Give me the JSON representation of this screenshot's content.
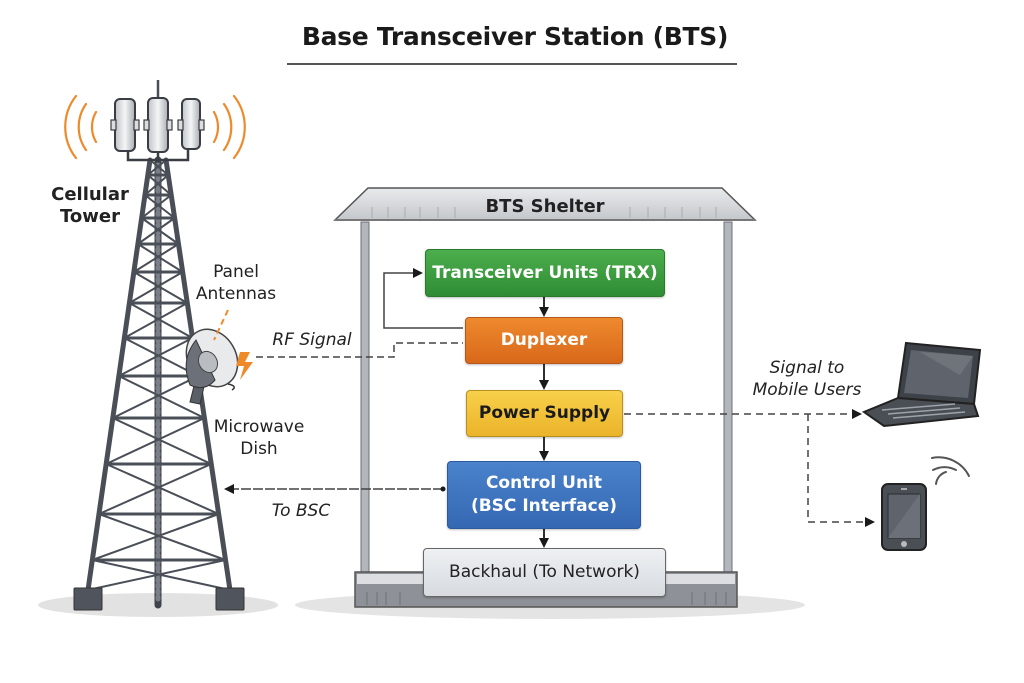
{
  "title": "Base Transceiver Station (BTS)",
  "tower": {
    "label_line1": "Cellular",
    "label_line2": "Tower",
    "panel_label_line1": "Panel",
    "panel_label_line2": "Antennas",
    "dish_label_line1": "Microwave",
    "dish_label_line2": "Dish"
  },
  "shelter": {
    "title": "BTS Shelter",
    "blocks": {
      "trx": "Transceiver Units (TRX)",
      "duplexer": "Duplexer",
      "power": "Power Supply",
      "control_line1": "Control Unit",
      "control_line2": "(BSC Interface)",
      "backhaul": "Backhaul (To Network)"
    }
  },
  "links": {
    "rf_signal": "RF Signal",
    "to_bsc": "To BSC",
    "mobile_line1": "Signal to",
    "mobile_line2": "Mobile Users"
  },
  "icons": {
    "panel_antennas": "panel-antenna-icon",
    "signal_waves": "signal-waves-icon",
    "microwave_dish": "satellite-dish-icon",
    "lightning": "lightning-bolt-icon",
    "laptop": "laptop-icon",
    "smartphone": "smartphone-icon",
    "wifi": "wireless-signal-icon"
  },
  "colors": {
    "trx": "#3a9c3e",
    "duplexer": "#e2782a",
    "power_supply": "#f0c23a",
    "control_unit": "#3e74bf",
    "backhaul": "#e2e5e9",
    "signal_orange": "#ee8a2a",
    "structure_gray": "#4a4f57"
  }
}
